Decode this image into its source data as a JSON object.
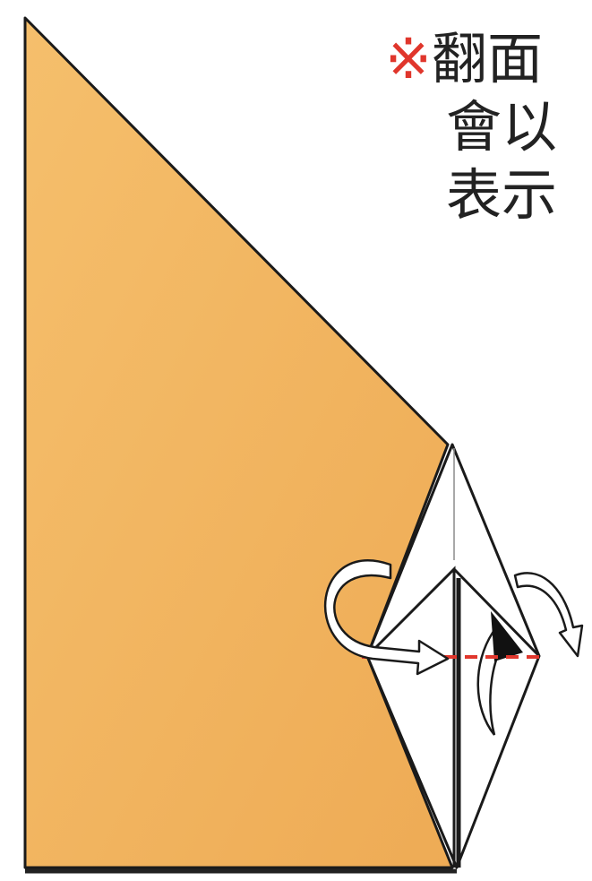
{
  "note": {
    "mark": "※",
    "line1": "翻面",
    "line2": "會以",
    "line3": "表示"
  },
  "colors": {
    "paper": "#f1b45f",
    "outline": "#1a1a1a",
    "white_flap": "#ffffff",
    "fold_line": "#e0362c",
    "arrow_fill": "#ffffff",
    "note_mark": "#e0362c",
    "note_text": "#222222"
  }
}
